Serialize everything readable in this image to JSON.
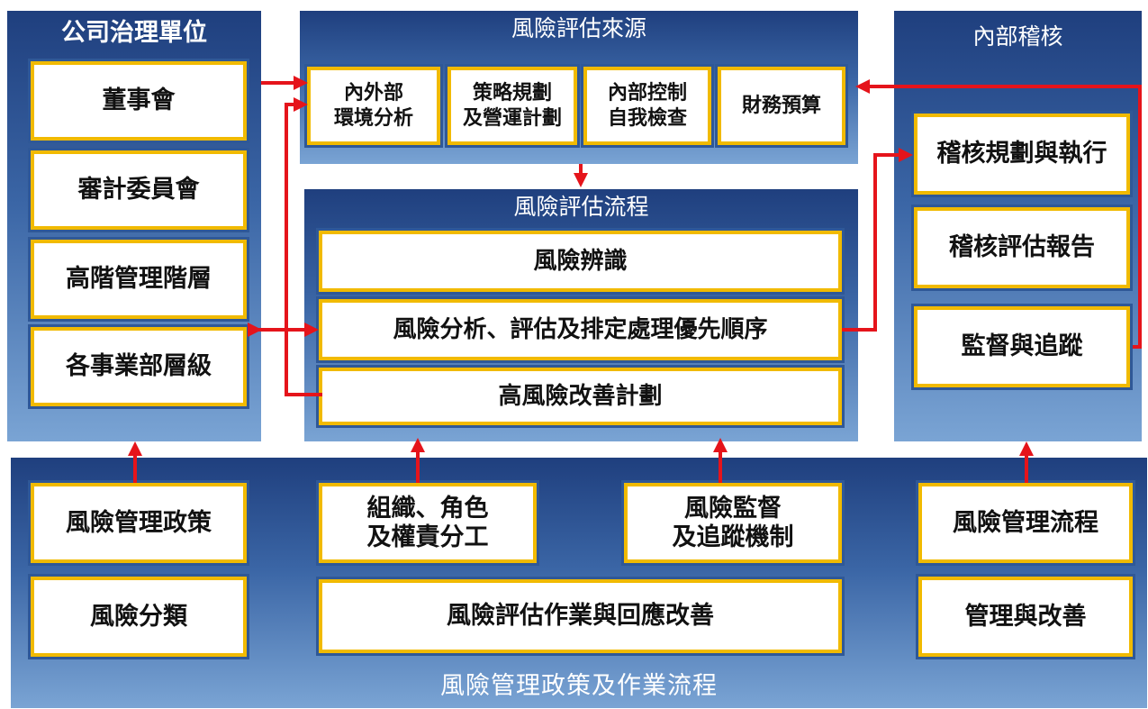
{
  "governance": {
    "title": "公司治理單位",
    "items": [
      "董事會",
      "審計委員會",
      "高階管理階層",
      "各事業部層級"
    ]
  },
  "sources": {
    "title": "風險評估來源",
    "items": [
      "內外部\n環境分析",
      "策略規劃\n及營運計劃",
      "內部控制\n自我檢查",
      "財務預算"
    ]
  },
  "process": {
    "title": "風險評估流程",
    "items": [
      "風險辨識",
      "風險分析、評估及排定處理優先順序",
      "高風險改善計劃"
    ]
  },
  "audit": {
    "title": "內部稽核",
    "items": [
      "稽核規劃與執行",
      "稽核評估報告",
      "監督與追蹤"
    ]
  },
  "policy": {
    "title": "風險管理政策及作業流程",
    "left": [
      "風險管理政策",
      "風險分類"
    ],
    "middle_left": "組織、角色\n及權責分工",
    "middle_right": "風險監督\n及追蹤機制",
    "middle_bottom": "風險評估作業與回應改善",
    "right": [
      "風險管理流程",
      "管理與改善"
    ]
  },
  "colors": {
    "panel_dark": "#1f3f7e",
    "panel_light": "#7aa4d4",
    "box_border": "#f1ba00",
    "arrow": "#e5141b"
  }
}
